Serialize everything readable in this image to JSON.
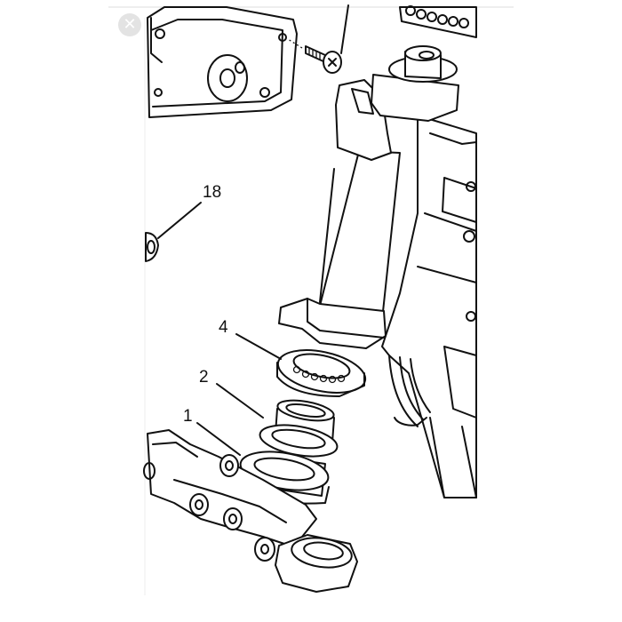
{
  "viewer": {
    "close_glyph": "✕",
    "close_icon": "close-icon"
  },
  "diagram": {
    "callouts": [
      {
        "label": "18"
      },
      {
        "label": "4"
      },
      {
        "label": "2"
      },
      {
        "label": "1"
      }
    ]
  }
}
